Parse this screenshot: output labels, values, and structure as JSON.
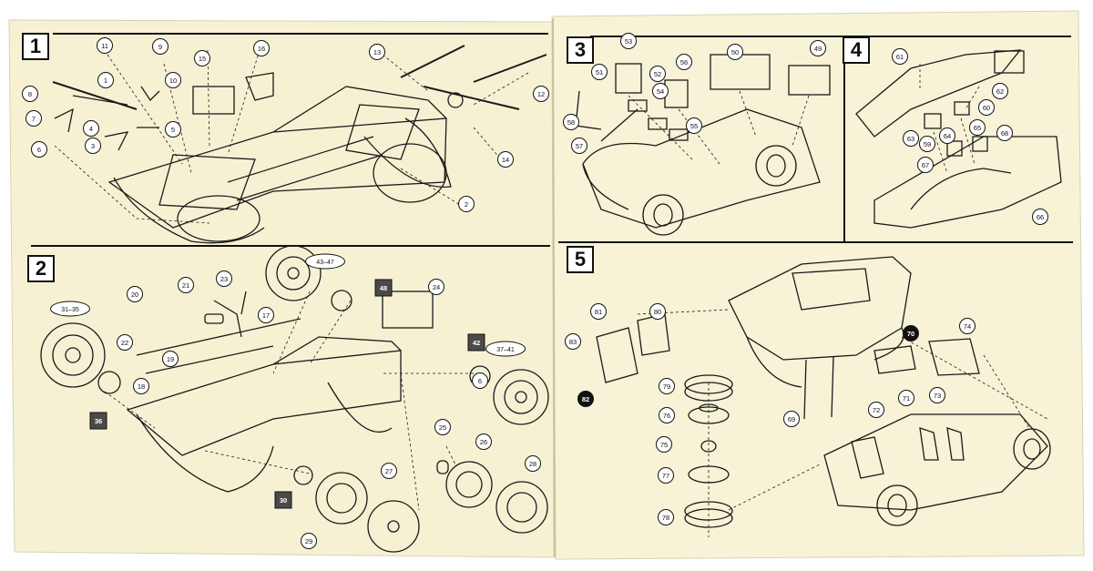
{
  "steps": {
    "s1": {
      "number": "1",
      "labels": [
        "1",
        "2",
        "3",
        "4",
        "5",
        "6",
        "7",
        "8",
        "9",
        "10",
        "11",
        "12",
        "13",
        "14",
        "15",
        "16"
      ]
    },
    "s2": {
      "number": "2",
      "labels": [
        "6",
        "17",
        "18",
        "19",
        "20",
        "21",
        "22",
        "23",
        "24",
        "25",
        "26",
        "27",
        "28",
        "29",
        "31–35",
        "37–41",
        "43–47"
      ],
      "dark_labels": [
        "30",
        "36",
        "42",
        "48"
      ]
    },
    "s3": {
      "number": "3",
      "labels": [
        "49",
        "50",
        "51",
        "52",
        "53",
        "54",
        "55",
        "56",
        "57",
        "58"
      ]
    },
    "s4": {
      "number": "4",
      "labels": [
        "59",
        "60",
        "61",
        "62",
        "63",
        "64",
        "65",
        "66",
        "67",
        "68"
      ]
    },
    "s5": {
      "number": "5",
      "labels": [
        "69",
        "71",
        "72",
        "73",
        "74",
        "75",
        "76",
        "77",
        "78",
        "79",
        "80",
        "81",
        "83"
      ],
      "black_labels": [
        "70",
        "82"
      ]
    }
  },
  "colors": {
    "paper": "#f7f1d4",
    "ink": "#1a1a1a",
    "dark_square": "#4a4a4a"
  }
}
